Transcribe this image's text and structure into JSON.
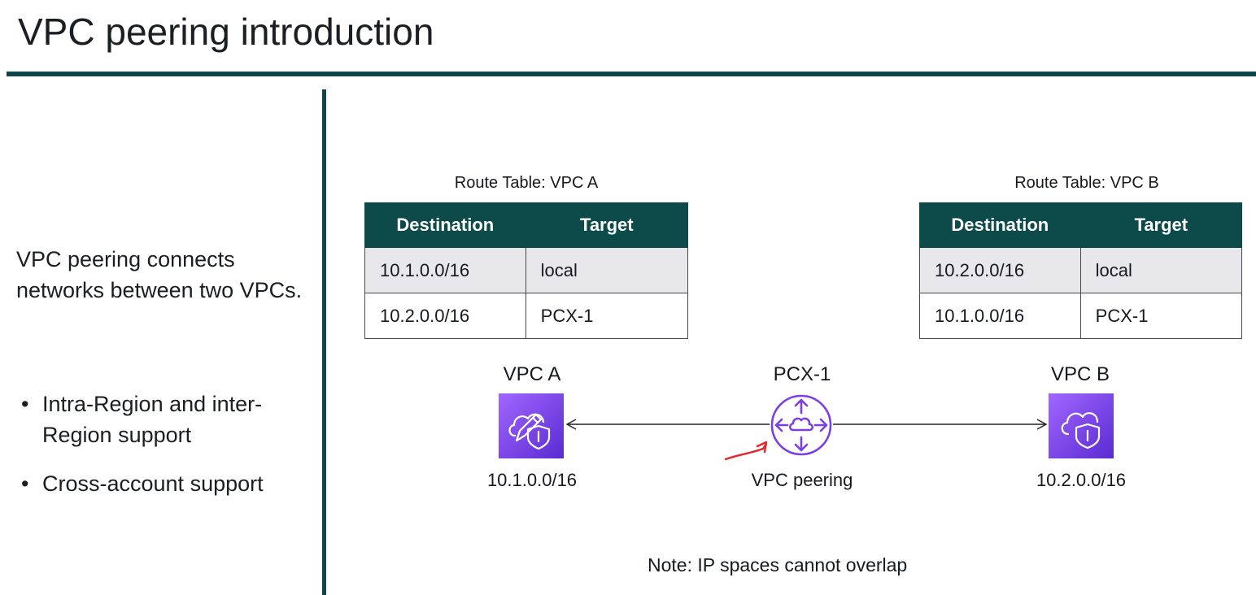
{
  "title": "VPC peering introduction",
  "left_panel": {
    "intro": "VPC peering connects networks between two VPCs.",
    "bullets": [
      "Intra-Region and inter-Region support",
      "Cross-account support"
    ]
  },
  "route_tables": [
    {
      "caption": "Route Table: VPC A",
      "headers": [
        "Destination",
        "Target"
      ],
      "rows": [
        [
          "10.1.0.0/16",
          "local"
        ],
        [
          "10.2.0.0/16",
          "PCX-1"
        ]
      ]
    },
    {
      "caption": "Route Table: VPC B",
      "headers": [
        "Destination",
        "Target"
      ],
      "rows": [
        [
          "10.2.0.0/16",
          "local"
        ],
        [
          "10.1.0.0/16",
          "PCX-1"
        ]
      ]
    }
  ],
  "nodes": {
    "vpc_a": {
      "label": "VPC A",
      "cidr": "10.1.0.0/16",
      "icon": "vpc-edit-icon"
    },
    "pcx": {
      "label": "PCX-1",
      "caption": "VPC peering",
      "icon": "peering-connection-icon"
    },
    "vpc_b": {
      "label": "VPC B",
      "cidr": "10.2.0.0/16",
      "icon": "vpc-cloud-icon"
    }
  },
  "note": "Note: IP spaces cannot overlap",
  "colors": {
    "accent": "#0f4649",
    "table_header": "#0d4a4a",
    "row_shade": "#e8e8ea",
    "vpc_purple_top": "#a166ff",
    "vpc_purple_bottom": "#5a2bd1",
    "pcx_purple": "#7b3fe4",
    "annotation_red": "#e8242b"
  }
}
